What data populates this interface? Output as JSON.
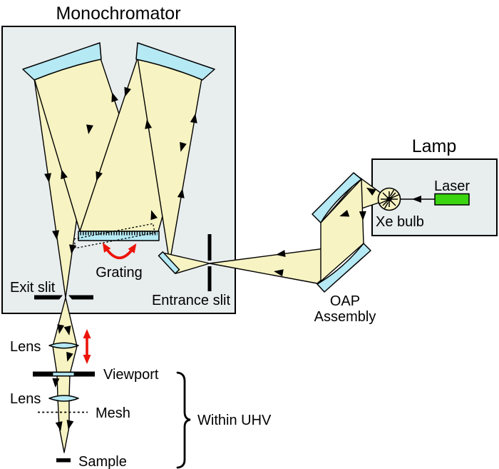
{
  "colors": {
    "beam": "#f7f3c2",
    "mirror": "#b5e9f4",
    "box_fill": "#e8edee",
    "laser_green": "#3bd411",
    "accent_red": "#ec1408"
  },
  "monochromator": {
    "title": "Monochromator",
    "grating_label": "Grating",
    "exit_slit_label": "Exit slit",
    "entrance_slit_label": "Entrance slit"
  },
  "lamp": {
    "title": "Lamp",
    "laser_label": "Laser",
    "xe_bulb_label": "Xe bulb"
  },
  "oap": {
    "label_line1": "OAP",
    "label_line2": "Assembly"
  },
  "downstream": {
    "lens_upper_label": "Lens",
    "viewport_label": "Viewport",
    "lens_lower_label": "Lens",
    "mesh_label": "Mesh",
    "sample_label": "Sample",
    "uhv_label": "Within UHV"
  }
}
